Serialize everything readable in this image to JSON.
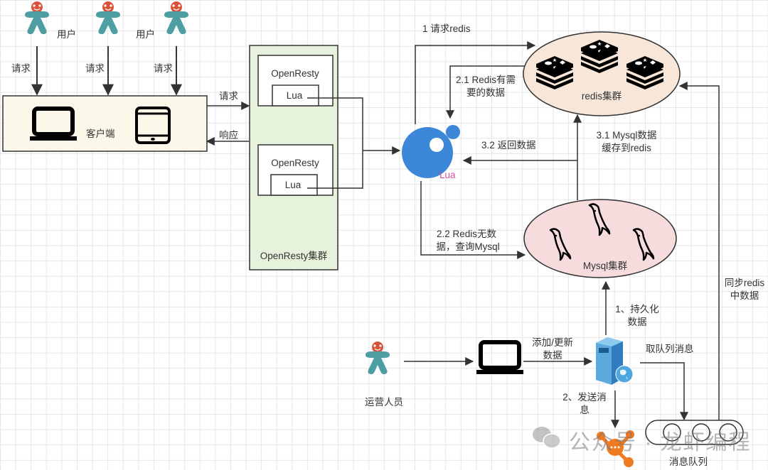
{
  "users": {
    "label": "用户",
    "request_label": "请求"
  },
  "client": {
    "label": "客户端"
  },
  "openresty_cluster": {
    "label": "OpenResty集群",
    "nodes": [
      {
        "name": "OpenResty",
        "module": "Lua"
      },
      {
        "name": "OpenResty",
        "module": "Lua"
      }
    ],
    "request_label": "请求",
    "response_label": "响应"
  },
  "lua": {
    "label": "Lua",
    "color": "#3d87d8",
    "label_color": "#d44fa0"
  },
  "redis_cluster": {
    "label": "redis集群",
    "fill": "#f8e6d8"
  },
  "mysql_cluster": {
    "label": "Mysql集群",
    "fill": "#f6dcdc"
  },
  "edges": {
    "e1": "1 请求redis",
    "e21a": "2.1 Redis有需",
    "e21b": "要的数据",
    "e22a": "2.2 Redis无数",
    "e22b": "据，查询Mysql",
    "e31a": "3.1 Mysql数据",
    "e31b": "缓存到redis",
    "e32": "3.2 返回数据",
    "persist_a": "1、持久化",
    "persist_b": "数据",
    "add_a": "添加/更新",
    "add_b": "数据",
    "send_a": "2、发送消",
    "send_b": "息",
    "take": "取队列消息",
    "sync_a": "同步redis",
    "sync_b": "中数据"
  },
  "operator": {
    "label": "运营人员"
  },
  "queue": {
    "label": "消息队列"
  },
  "watermark": {
    "text": "公众号 · 龙虾编程"
  }
}
